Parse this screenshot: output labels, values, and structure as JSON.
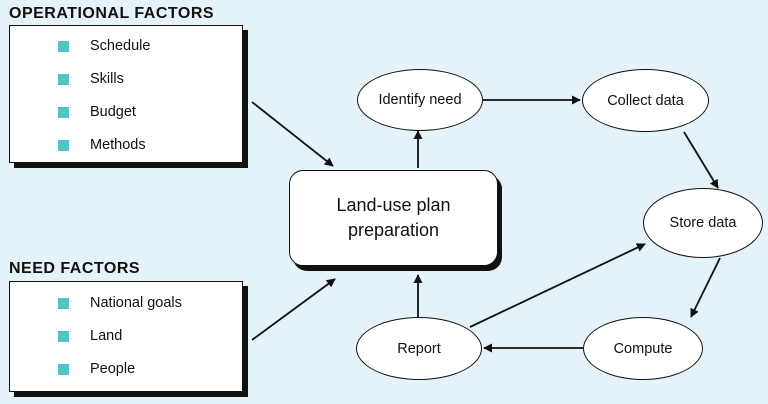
{
  "operational": {
    "heading": "OPERATIONAL FACTORS",
    "items": [
      "Schedule",
      "Skills",
      "Budget",
      "Methods"
    ]
  },
  "need": {
    "heading": "NEED FACTORS",
    "items": [
      "National goals",
      "Land",
      "People"
    ]
  },
  "center": {
    "line1": "Land-use plan",
    "line2": "preparation"
  },
  "nodes": {
    "identify": "Identify need",
    "collect": "Collect data",
    "store": "Store data",
    "compute": "Compute",
    "report": "Report"
  },
  "colors": {
    "background": "#e4f2f9",
    "bullet": "#52c3c9",
    "stroke": "#111111"
  }
}
